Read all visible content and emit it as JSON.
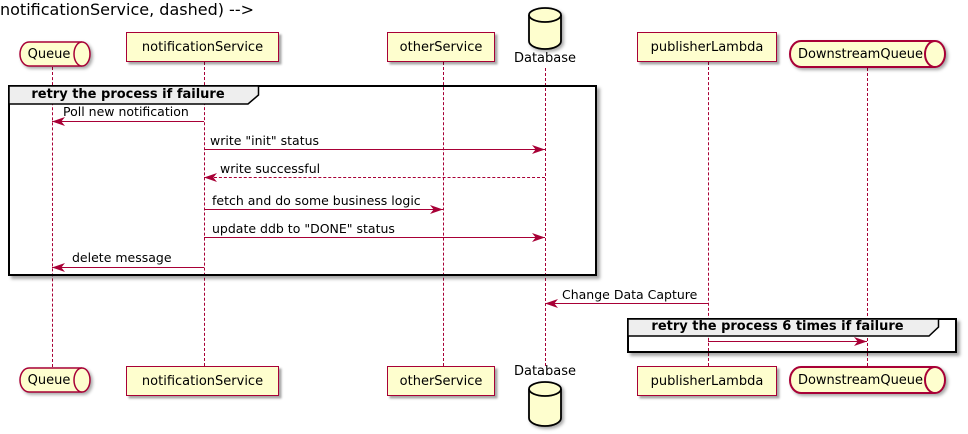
{
  "diagram_type": "sequence-diagram",
  "participants": [
    {
      "name": "Queue",
      "kind": "queue"
    },
    {
      "name": "notificationService",
      "kind": "participant"
    },
    {
      "name": "otherService",
      "kind": "participant"
    },
    {
      "name": "Database",
      "kind": "database"
    },
    {
      "name": "publisherLambda",
      "kind": "participant"
    },
    {
      "name": "DownstreamQueue",
      "kind": "queue"
    }
  ],
  "frames": [
    {
      "title": "retry the process if failure"
    },
    {
      "title": "retry the process 6 times if failure"
    }
  ],
  "messages": [
    {
      "label": "Poll new notification",
      "from": "notificationService",
      "to": "Queue",
      "line": "solid"
    },
    {
      "label": "write \"init\" status",
      "from": "notificationService",
      "to": "Database",
      "line": "solid"
    },
    {
      "label": "write successful",
      "from": "Database",
      "to": "notificationService",
      "line": "dashed"
    },
    {
      "label": "fetch and do some business logic",
      "from": "notificationService",
      "to": "otherService",
      "line": "solid"
    },
    {
      "label": "update ddb to \"DONE\" status",
      "from": "notificationService",
      "to": "Database",
      "line": "solid"
    },
    {
      "label": "delete message",
      "from": "notificationService",
      "to": "Queue",
      "line": "solid"
    },
    {
      "label": "Change Data Capture",
      "from": "publisherLambda",
      "to": "Database",
      "line": "solid"
    },
    {
      "label": "",
      "from": "publisherLambda",
      "to": "DownstreamQueue",
      "line": "solid"
    }
  ],
  "colors": {
    "participant_fill": "#FEFECE",
    "participant_border": "#A80036",
    "arrow": "#A80036",
    "lifeline": "#A80036",
    "frame_border": "#000000",
    "frame_title_bg": "#EEEEEE",
    "database_border": "#000000",
    "text": "#000000"
  }
}
